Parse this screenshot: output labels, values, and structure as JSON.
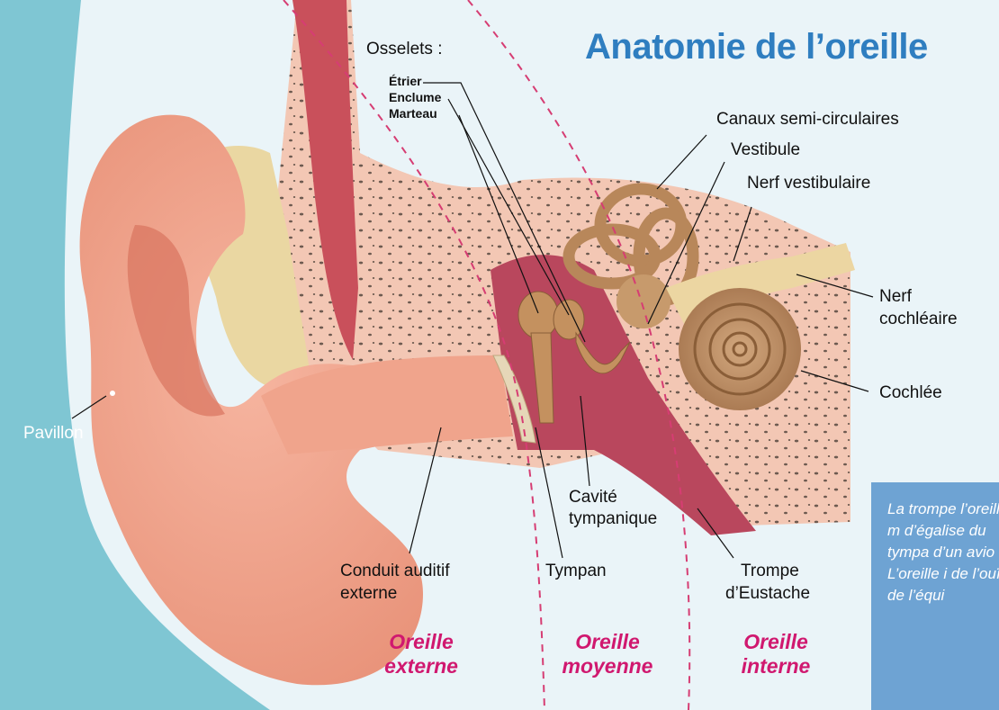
{
  "title": "Anatomie de l’oreille",
  "ossicles": {
    "heading": "Osselets :",
    "etrier": "Étrier",
    "enclume": "Enclume",
    "marteau": "Marteau"
  },
  "labels": {
    "canaux": "Canaux semi-circulaires",
    "vestibule": "Vestibule",
    "nerf_vestibulaire": "Nerf vestibulaire",
    "nerf_cochleaire_1": "Nerf",
    "nerf_cochleaire_2": "cochléaire",
    "cochlee": "Cochlée",
    "pavillon": "Pavillon",
    "cavite_1": "Cavité",
    "cavite_2": "tympanique",
    "conduit_1": "Conduit auditif",
    "conduit_2": "externe",
    "tympan": "Tympan",
    "trompe_1": "Trompe",
    "trompe_2": "d’Eustache"
  },
  "regions": {
    "externe_1": "Oreille",
    "externe_2": "externe",
    "moyenne_1": "Oreille",
    "moyenne_2": "moyenne",
    "interne_1": "Oreille",
    "interne_2": "interne"
  },
  "info_box": {
    "text": "La trompe l’oreille m d’égalise du tympa d’un avio L’oreille i de l’ouïe de l’équi"
  },
  "colors": {
    "title": "#2f7ec0",
    "region_text": "#d0186f",
    "info_box": "#6ea3d3",
    "background_left": "#7fc6d3"
  }
}
